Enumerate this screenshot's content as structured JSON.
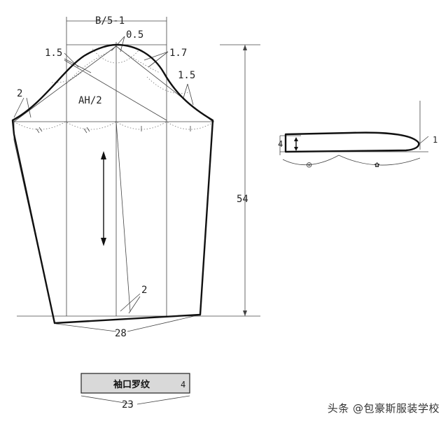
{
  "pattern": {
    "top_width_label": "B/5-1",
    "cap_offset_label": "0.5",
    "left_shoulder_label": "1.5",
    "right_shoulder_label": "1.7",
    "right_lower_label": "1.5",
    "left_edge_label": "2",
    "ah_label": "AH/2",
    "length_label": "54",
    "hem_offset_label": "2",
    "hem_width_label": "28"
  },
  "detail": {
    "height_label": "4",
    "tip_label": "1",
    "mark_left": "◎",
    "mark_right": "✿"
  },
  "cuff": {
    "title": "袖口罗纹",
    "height_label": "4",
    "width_label": "23"
  },
  "watermark": "头条 @包豪斯服装学校"
}
